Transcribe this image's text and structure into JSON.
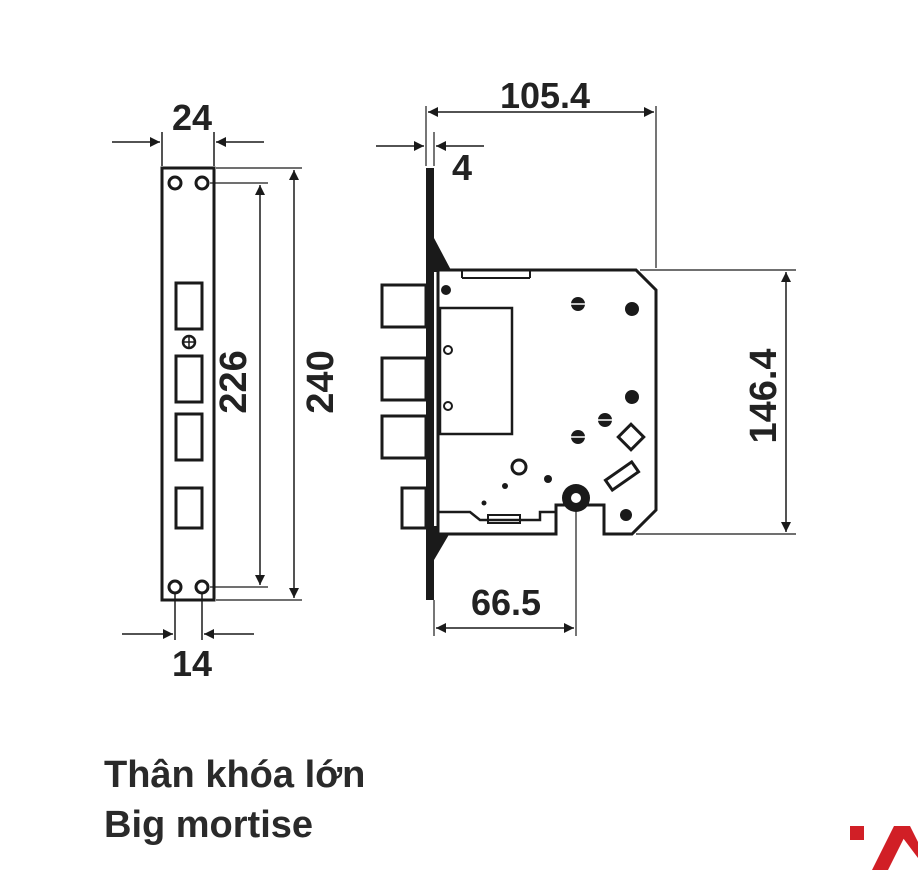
{
  "dimensions": {
    "faceplate_width": "24",
    "hole_spacing_width": "14",
    "hole_spacing_height": "226",
    "faceplate_height": "240",
    "body_depth": "105.4",
    "faceplate_thickness": "4",
    "body_height": "146.4",
    "backset": "66.5"
  },
  "caption": {
    "vietnamese": "Thân khóa lớn",
    "english": "Big mortise"
  },
  "colors": {
    "line": "#1a1a1a",
    "brand": "#d11f26"
  },
  "logo": {
    "icon": "brand-logo-icon"
  }
}
